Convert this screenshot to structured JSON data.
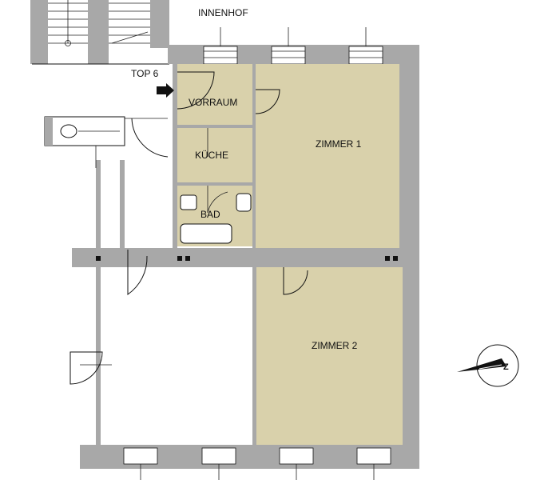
{
  "labels": {
    "courtyard": "INNENHOF",
    "unit": "TOP 6",
    "hall": "VORRAUM",
    "kitchen": "KÜCHE",
    "bath": "BAD",
    "room1": "ZIMMER 1",
    "room2": "ZIMMER 2"
  },
  "icons": {
    "entrance": "arrow-right-icon",
    "north": "north-arrow-icon"
  },
  "colors": {
    "room_fill": "#d9d1ab",
    "wall_fill": "#a8a8a8",
    "line": "#111111"
  }
}
